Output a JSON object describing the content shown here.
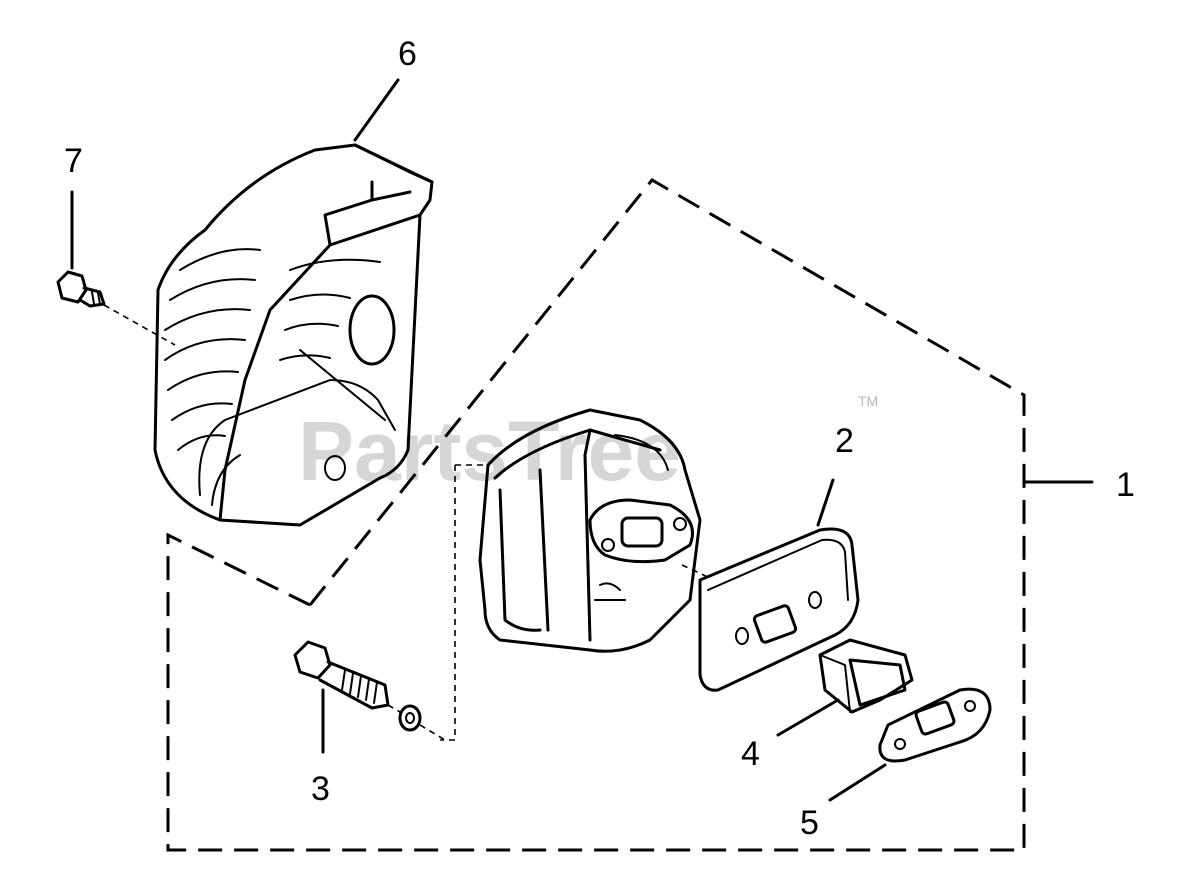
{
  "watermark": {
    "text": "PartsTree",
    "trademark": "TM"
  },
  "callouts": {
    "c1": "1",
    "c2": "2",
    "c3": "3",
    "c4": "4",
    "c5": "5",
    "c6": "6",
    "c7": "7"
  },
  "colors": {
    "ink": "#000000",
    "watermark": "#d6d6d6",
    "background": "#ffffff"
  }
}
